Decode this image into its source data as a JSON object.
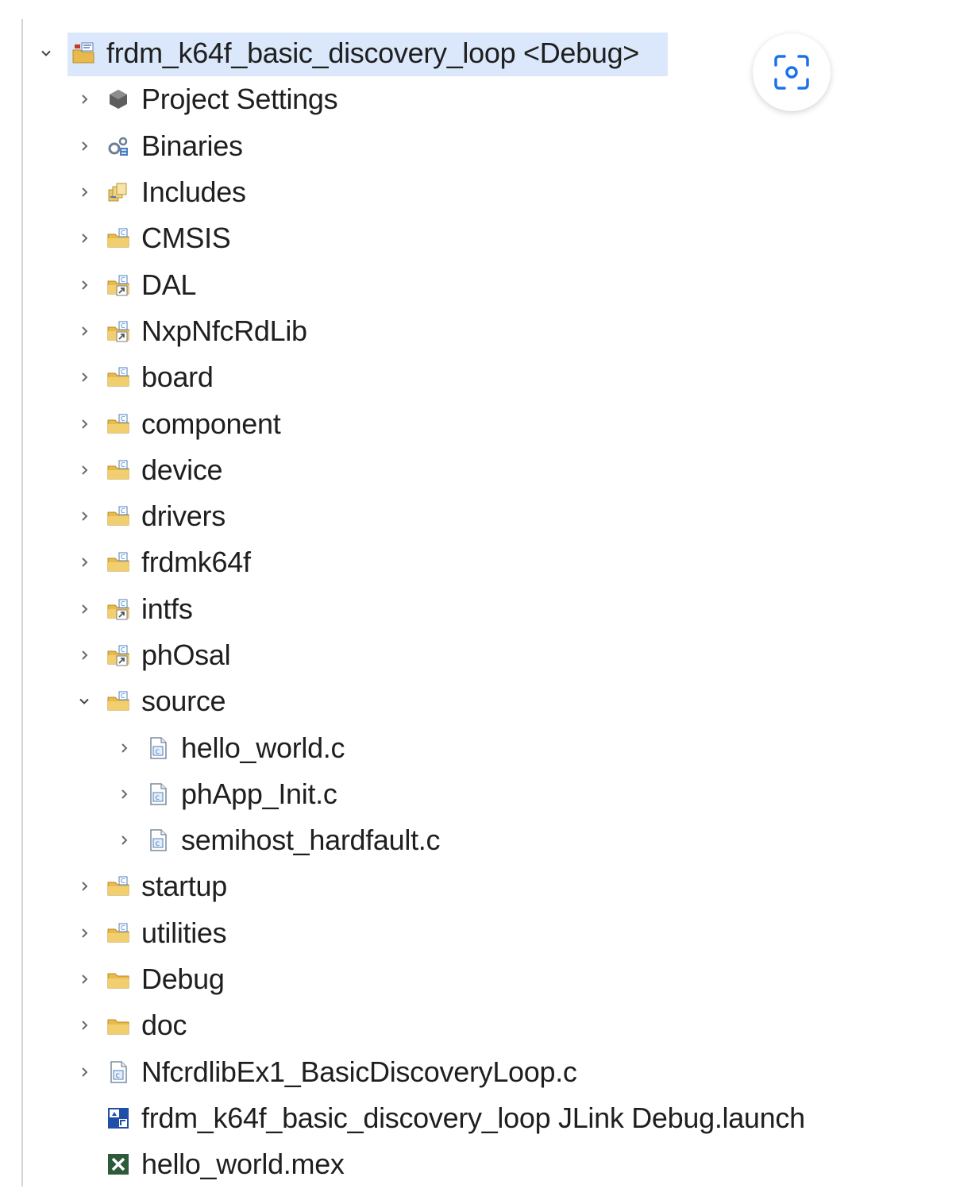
{
  "colors": {
    "selection": "#dbe8fb",
    "folder": "#e9b94c",
    "accent_blue": "#1a73e8"
  },
  "tree": {
    "root": {
      "label": "frdm_k64f_basic_discovery_loop <Debug>",
      "icon": "project-icon",
      "expanded": true,
      "selected": true
    },
    "items": [
      {
        "label": "Project Settings",
        "icon": "settings-icon",
        "depth": 1,
        "chevron": "collapsed"
      },
      {
        "label": "Binaries",
        "icon": "binaries-icon",
        "depth": 1,
        "chevron": "collapsed"
      },
      {
        "label": "Includes",
        "icon": "includes-icon",
        "depth": 1,
        "chevron": "collapsed"
      },
      {
        "label": "CMSIS",
        "icon": "source-folder-icon",
        "depth": 1,
        "chevron": "collapsed"
      },
      {
        "label": "DAL",
        "icon": "linked-source-folder-icon",
        "depth": 1,
        "chevron": "collapsed"
      },
      {
        "label": "NxpNfcRdLib",
        "icon": "linked-source-folder-icon",
        "depth": 1,
        "chevron": "collapsed"
      },
      {
        "label": "board",
        "icon": "source-folder-icon",
        "depth": 1,
        "chevron": "collapsed"
      },
      {
        "label": "component",
        "icon": "source-folder-icon",
        "depth": 1,
        "chevron": "collapsed"
      },
      {
        "label": "device",
        "icon": "source-folder-icon",
        "depth": 1,
        "chevron": "collapsed"
      },
      {
        "label": "drivers",
        "icon": "source-folder-icon",
        "depth": 1,
        "chevron": "collapsed"
      },
      {
        "label": "frdmk64f",
        "icon": "source-folder-icon",
        "depth": 1,
        "chevron": "collapsed"
      },
      {
        "label": "intfs",
        "icon": "linked-source-folder-icon",
        "depth": 1,
        "chevron": "collapsed"
      },
      {
        "label": "phOsal",
        "icon": "linked-source-folder-icon",
        "depth": 1,
        "chevron": "collapsed"
      },
      {
        "label": "source",
        "icon": "source-folder-icon",
        "depth": 1,
        "chevron": "expanded"
      },
      {
        "label": "hello_world.c",
        "icon": "c-file-icon",
        "depth": 2,
        "chevron": "collapsed"
      },
      {
        "label": "phApp_Init.c",
        "icon": "c-file-icon",
        "depth": 2,
        "chevron": "collapsed"
      },
      {
        "label": "semihost_hardfault.c",
        "icon": "c-file-icon",
        "depth": 2,
        "chevron": "collapsed"
      },
      {
        "label": "startup",
        "icon": "source-folder-icon",
        "depth": 1,
        "chevron": "collapsed"
      },
      {
        "label": "utilities",
        "icon": "source-folder-icon",
        "depth": 1,
        "chevron": "collapsed"
      },
      {
        "label": "Debug",
        "icon": "folder-icon",
        "depth": 1,
        "chevron": "collapsed"
      },
      {
        "label": "doc",
        "icon": "folder-icon",
        "depth": 1,
        "chevron": "collapsed"
      },
      {
        "label": "NfcrdlibEx1_BasicDiscoveryLoop.c",
        "icon": "c-file-icon",
        "depth": 1,
        "chevron": "collapsed"
      },
      {
        "label": "frdm_k64f_basic_discovery_loop JLink Debug.launch",
        "icon": "launch-config-icon",
        "depth": 1,
        "chevron": "none"
      },
      {
        "label": "hello_world.mex",
        "icon": "mex-file-icon",
        "depth": 1,
        "chevron": "none"
      }
    ]
  },
  "overlay": {
    "lens_button_icon": "lens-scan-icon"
  }
}
